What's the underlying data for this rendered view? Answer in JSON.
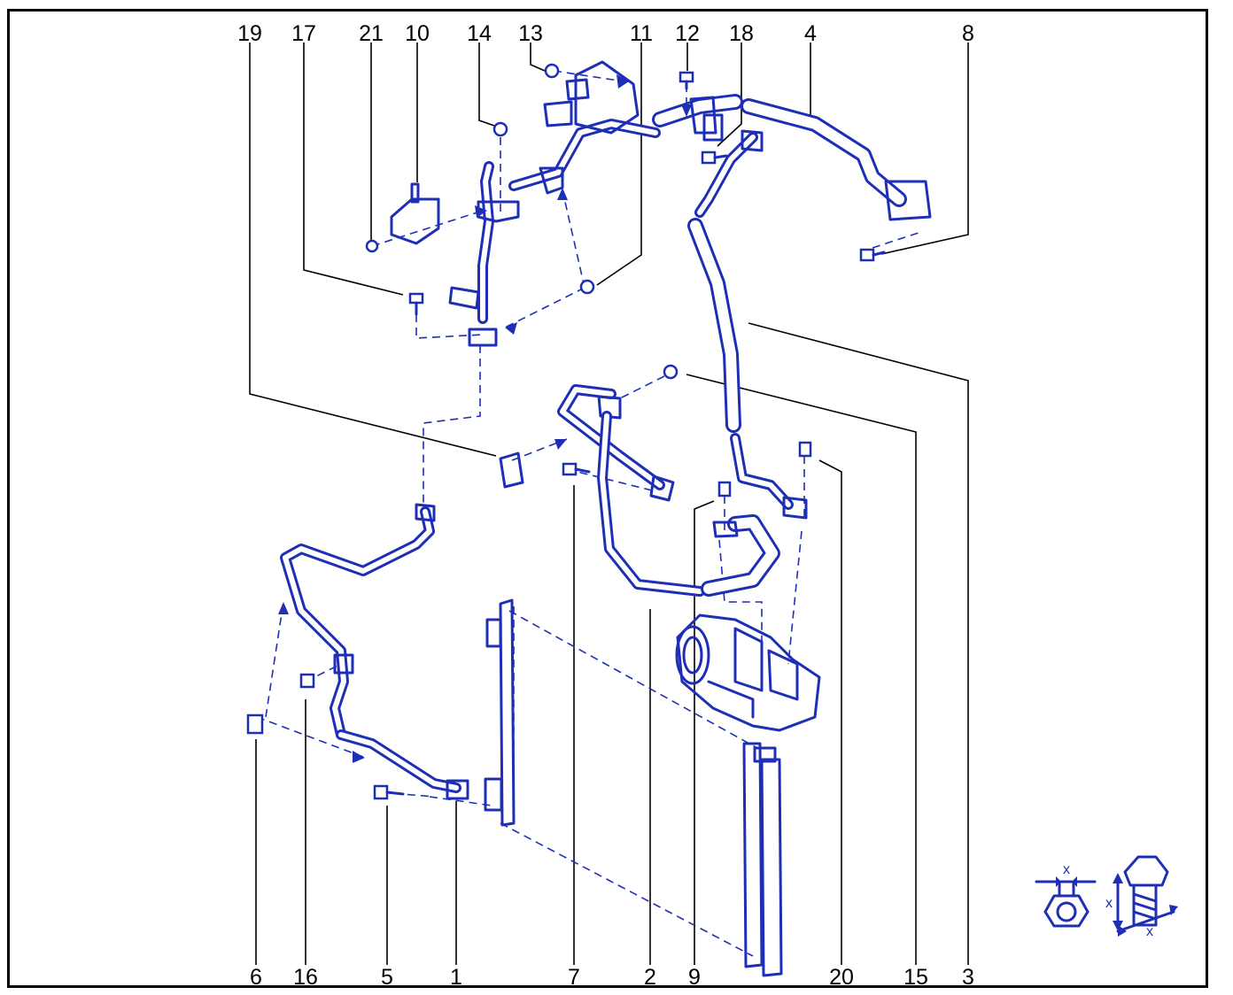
{
  "callouts": {
    "top": [
      "19",
      "17",
      "21",
      "10",
      "14",
      "13",
      "11",
      "12",
      "18",
      "4",
      "8"
    ],
    "bottom": [
      "6",
      "16",
      "5",
      "1",
      "7",
      "2",
      "9",
      "20",
      "15",
      "3"
    ]
  },
  "torque_symbol": {
    "nut_mark": "x",
    "bolt_mark_side": "x",
    "bolt_mark_bottom": "x"
  },
  "colors": {
    "parts": "#1e2fb5",
    "leaders": "#000000",
    "frame": "#000000"
  }
}
